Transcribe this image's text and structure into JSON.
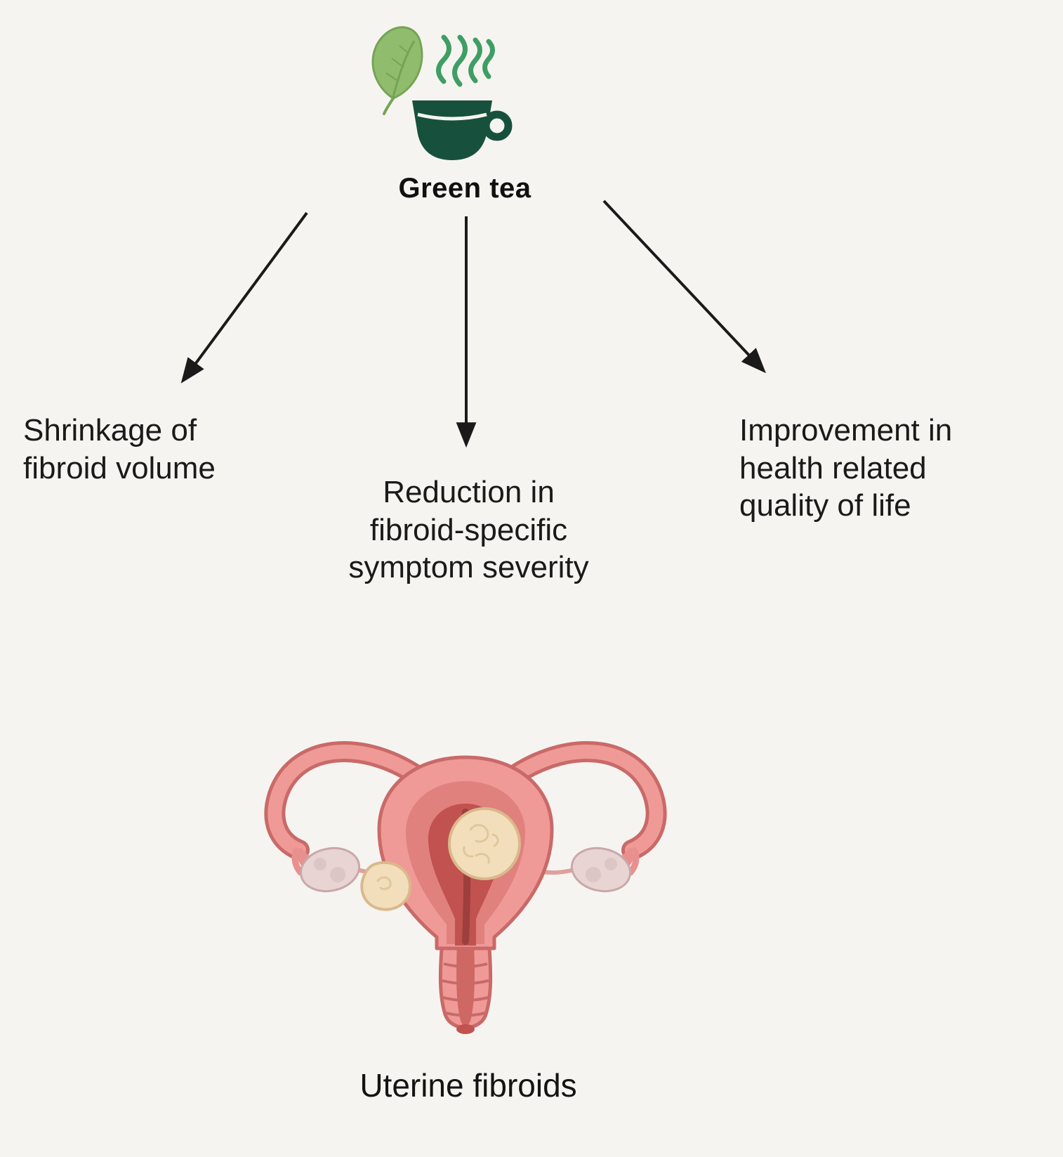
{
  "diagram": {
    "source_label": "Green tea",
    "effects": [
      {
        "label": "Shrinkage of\nfibroid volume"
      },
      {
        "label": "Reduction in\nfibroid-specific\nsymptom severity"
      },
      {
        "label": "Improvement in\nhealth related\nquality of life"
      }
    ],
    "target_label": "Uterine fibroids"
  },
  "icons": {
    "source": "green-tea-cup-icon",
    "source_parts": [
      "tea-leaf-icon",
      "steam-icon",
      "tea-cup-icon"
    ],
    "target": "uterus-illustration",
    "target_parts": [
      "fallopian-tube",
      "fimbriae",
      "ovary",
      "uterus-body",
      "uterine-cavity",
      "fibroid",
      "cervix-vagina"
    ]
  },
  "colors": {
    "background": "#f6f4f1",
    "text": "#1a1a1a",
    "arrow": "#1a1a1a",
    "tea_cup": "#17513e",
    "steam": "#3f9e63",
    "leaf_fill": "#8fbd6d",
    "leaf_stroke": "#74a455",
    "uterus_fill": "#ef9a97",
    "uterus_outline": "#c96a68",
    "uterus_inner_wall": "#e0817d",
    "uterine_cavity": "#c2524f",
    "fibroid_fill": "#f3debb",
    "fibroid_outline": "#d9b98c",
    "ovary_fill": "#e7d4d3",
    "ovary_outline": "#c9a8a7"
  }
}
